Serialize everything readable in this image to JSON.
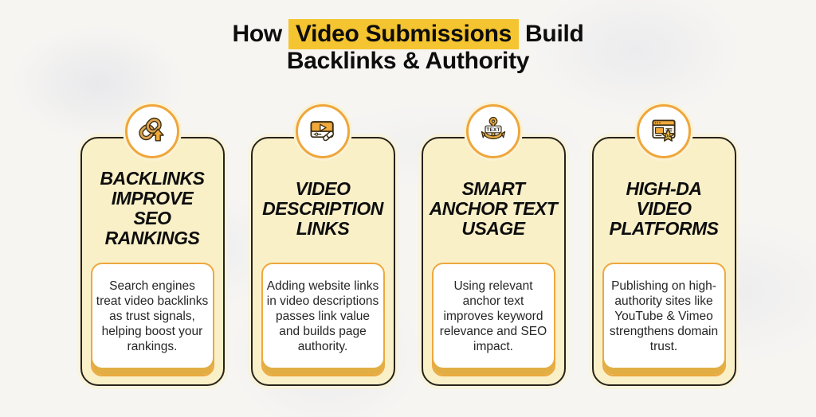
{
  "header": {
    "line1_prefix": "How ",
    "line1_highlight": "Video Submissions",
    "line1_suffix": " Build",
    "line2": "Backlinks & Authority"
  },
  "colors": {
    "highlight": "#F4C431",
    "card_background": "#FAF0C8",
    "card_border": "#27221a",
    "icon_ring": "#EFA63C",
    "box_border": "#EDA83E",
    "box_bottom_lip": "#E2AE44",
    "icon_orange": "#F2A93B",
    "page_background": "#f6f5f2"
  },
  "cards": [
    {
      "icon": "chain-link-up-icon",
      "title": "BACKLINKS\nIMPROVE\nSEO\nRANKINGS",
      "description": "Search engines treat video backlinks as trust signals, helping boost your rankings."
    },
    {
      "icon": "video-description-link-icon",
      "title": "VIDEO\nDESCRIPTION\nLINKS",
      "description": "Adding website links in video descriptions passes link value and builds page authority."
    },
    {
      "icon": "anchor-text-icon",
      "title": "SMART\nANCHOR TEXT\nUSAGE",
      "description": "Using relevant anchor text improves keyword relevance and SEO impact."
    },
    {
      "icon": "high-da-platform-icon",
      "title": "HIGH-DA\nVIDEO\nPLATFORMS",
      "description": "Publishing on high-authority sites like YouTube & Vimeo strengthens domain trust."
    }
  ]
}
